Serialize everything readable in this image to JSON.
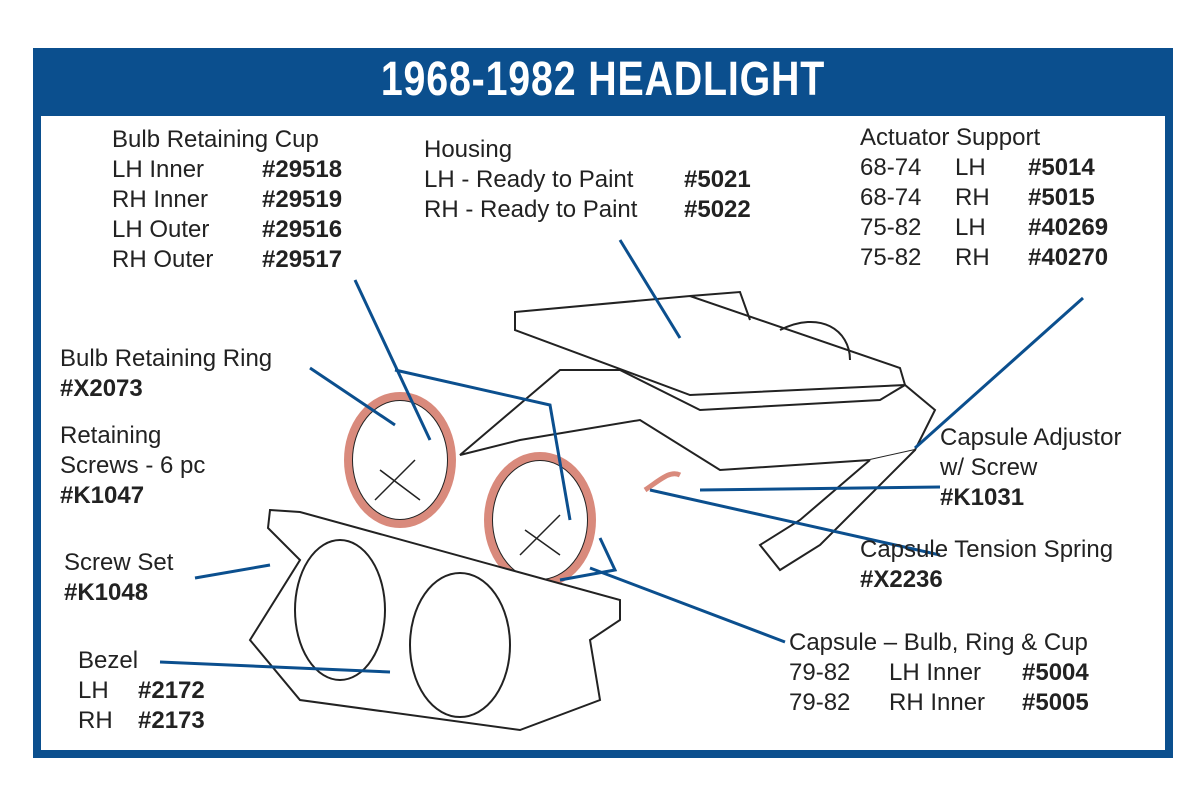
{
  "title": "1968-1982 HEADLIGHT",
  "colors": {
    "frame": "#0b4f8e",
    "leader": "#0b4f8e",
    "ring": "#d98a7c"
  },
  "callouts": {
    "bulb_cup": {
      "title": "Bulb Retaining Cup",
      "rows": [
        {
          "desc": "LH Inner",
          "num": "#29518"
        },
        {
          "desc": "RH Inner",
          "num": "#29519"
        },
        {
          "desc": "LH Outer",
          "num": "#29516"
        },
        {
          "desc": "RH Outer",
          "num": "#29517"
        }
      ]
    },
    "housing": {
      "title": "Housing",
      "rows": [
        {
          "desc": "LH - Ready to Paint",
          "num": "#5021"
        },
        {
          "desc": "RH - Ready to Paint",
          "num": "#5022"
        }
      ]
    },
    "actuator": {
      "title": "Actuator Support",
      "rows": [
        {
          "year": "68-74",
          "desc": "LH",
          "num": "#5014"
        },
        {
          "year": "68-74",
          "desc": "RH",
          "num": "#5015"
        },
        {
          "year": "75-82",
          "desc": "LH",
          "num": "#40269"
        },
        {
          "year": "75-82",
          "desc": "RH",
          "num": "#40270"
        }
      ]
    },
    "ring": {
      "title": "Bulb Retaining Ring",
      "num": "#X2073"
    },
    "screws": {
      "title1": "Retaining",
      "title2": "Screws - 6 pc",
      "num": "#K1047"
    },
    "adjustor": {
      "title1": "Capsule Adjustor",
      "title2": "w/ Screw",
      "num": "#K1031"
    },
    "screwset": {
      "title": "Screw Set",
      "num": "#K1048"
    },
    "spring": {
      "title": "Capsule Tension Spring",
      "num": "#X2236"
    },
    "capsule": {
      "title": "Capsule – Bulb, Ring & Cup",
      "rows": [
        {
          "year": "79-82",
          "desc": "LH Inner",
          "num": "#5004"
        },
        {
          "year": "79-82",
          "desc": "RH Inner",
          "num": "#5005"
        }
      ]
    },
    "bezel": {
      "title": "Bezel",
      "rows": [
        {
          "desc": "LH",
          "num": "#2172"
        },
        {
          "desc": "RH",
          "num": "#2173"
        }
      ]
    }
  }
}
